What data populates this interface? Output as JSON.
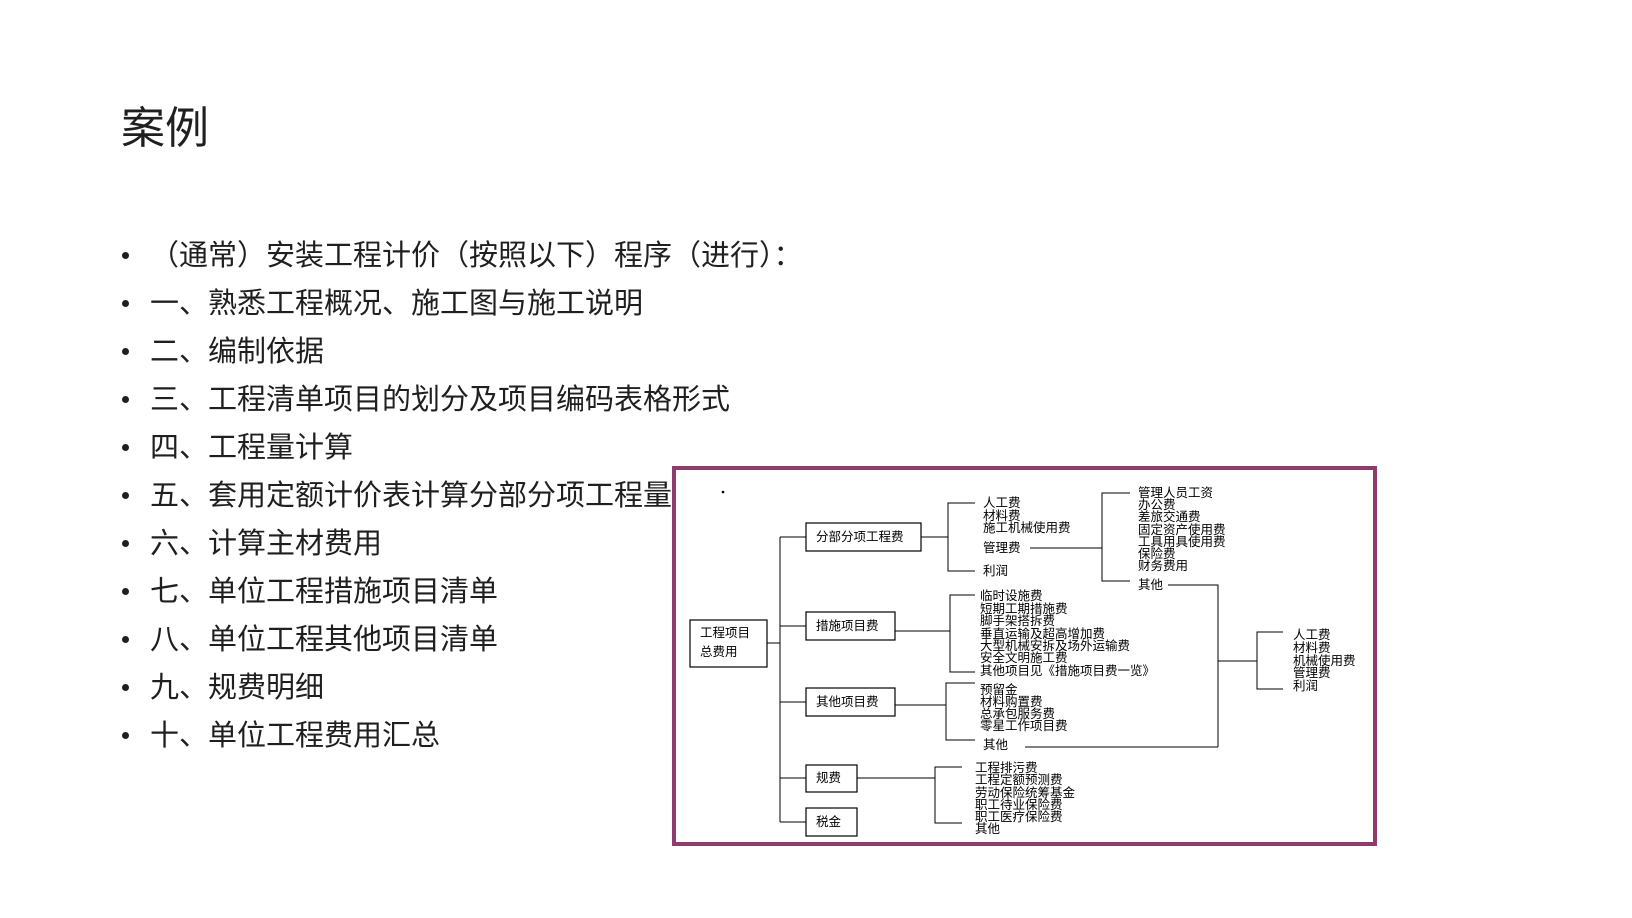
{
  "slide": {
    "title": "案例",
    "bullets": [
      "（通常）安装工程计价（按照以下）程序（进行）：",
      "一、熟悉工程概况、施工图与施工说明",
      "二、编制依据",
      "三、工程清单项目的划分及项目编码表格形式",
      "四、工程量计算",
      "五、套用定额计价表计算分部分项工程量",
      "六、计算主材费用",
      "七、单位工程措施项目清单",
      "八、单位工程其他项目清单",
      "九、规费明细",
      "十、单位工程费用汇总"
    ]
  },
  "diagram": {
    "root": [
      "工程项目",
      "总费用"
    ],
    "sections": [
      {
        "label": "分部分项工程费",
        "items": [
          "人工费",
          "材料费",
          "施工机械使用费",
          "管理费",
          "利润"
        ]
      },
      {
        "label": "措施项目费",
        "items": [
          "临时设施费",
          "短期工期措施费",
          "脚手架搭拆费",
          "垂直运输及超高增加费",
          "大型机械安拆及场外运输费",
          "安全文明施工费",
          "其他项目见《措施项目费一览》"
        ]
      },
      {
        "label": "其他项目费",
        "items": [
          "预留金",
          "材料购置费",
          "总承包服务费",
          "零星工作项目费",
          "其他"
        ]
      },
      {
        "label": "规费",
        "items": [
          "工程排污费",
          "工程定额预测费",
          "劳动保险统筹基金",
          "职工待业保险费",
          "职工医疗保险费",
          "其他"
        ]
      },
      {
        "label": "税金"
      }
    ],
    "management_fee_breakdown": [
      "管理人员工资",
      "办公费",
      "差旅交通费",
      "固定资产使用费",
      "工具用具使用费",
      "保险费",
      "财务费用",
      "其他"
    ],
    "other_cost_breakdown": [
      "人工费",
      "材料费",
      "机械使用费",
      "管理费",
      "利润"
    ]
  },
  "colors": {
    "frame_border": "#8e3b6e",
    "text": "#1f1f1f",
    "diagram_ink": "#000000"
  }
}
